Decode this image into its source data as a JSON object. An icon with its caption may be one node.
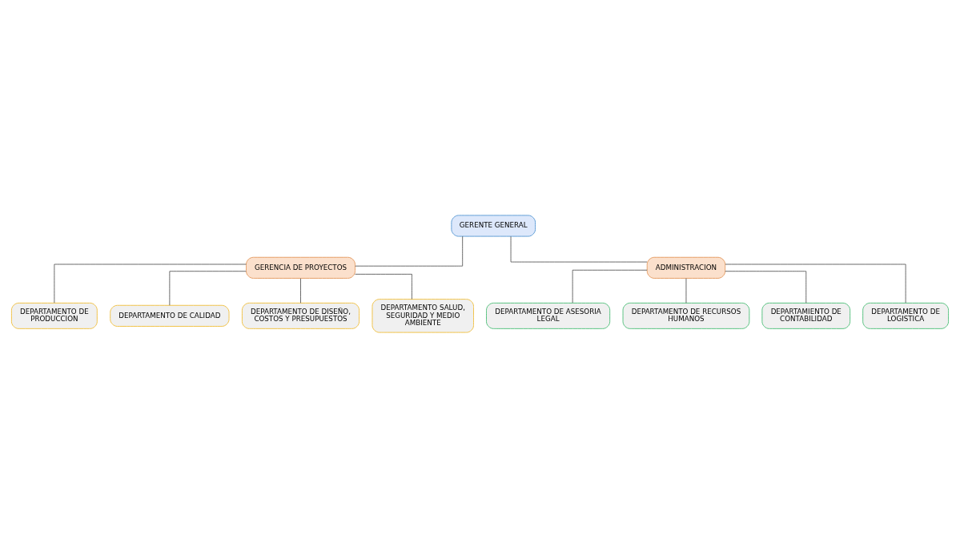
{
  "diagram": {
    "nodes": [
      {
        "text": [
          "GERENTE GENERAL"
        ]
      },
      {
        "text": [
          "GERENCIA DE PROYECTOS"
        ]
      },
      {
        "text": [
          "ADMINISTRACION"
        ]
      },
      {
        "text": [
          "DEPARTAMENTO DE ASESORIA LEGAL"
        ]
      },
      {
        "text": [
          "DEPARTAMENTO DE RECURSOS HUMANOS"
        ]
      },
      {
        "text": [
          "DEPARTAMIENTO DE CONTABILIDAD"
        ]
      },
      {
        "text": [
          "DEPARTAMENTO DE LOGISTICA"
        ]
      },
      {
        "text": [
          "DEPARTAMENTO DE PRODUCCION"
        ]
      },
      {
        "text": [
          "DEPARTAMENTO DE CALIDAD"
        ]
      },
      {
        "text": [
          "DEPARTAMENTO DE DISEÑO, COSTOS Y PRESUPUESTOS"
        ]
      },
      {
        "text": [
          "DEPARTAMENTO SALUD, SEGURIDAD Y MEDIO AMBIENTE"
        ]
      }
    ],
    "edges": [
      {
        "from": 0,
        "to": 1,
        "arrow": "none"
      },
      {
        "from": 0,
        "to": 2,
        "arrow": "none"
      },
      {
        "from": 2,
        "to": 3,
        "arrow": "none"
      },
      {
        "from": 2,
        "to": 4,
        "arrow": "none"
      },
      {
        "from": 2,
        "to": 5,
        "arrow": "none"
      },
      {
        "from": 2,
        "to": 6,
        "arrow": "none"
      },
      {
        "from": 1,
        "to": 7,
        "arrow": "none"
      },
      {
        "from": 1,
        "to": 8,
        "arrow": "none"
      },
      {
        "from": 1,
        "to": 9,
        "arrow": "none"
      },
      {
        "from": 1,
        "to": 10,
        "arrow": "none"
      }
    ]
  }
}
